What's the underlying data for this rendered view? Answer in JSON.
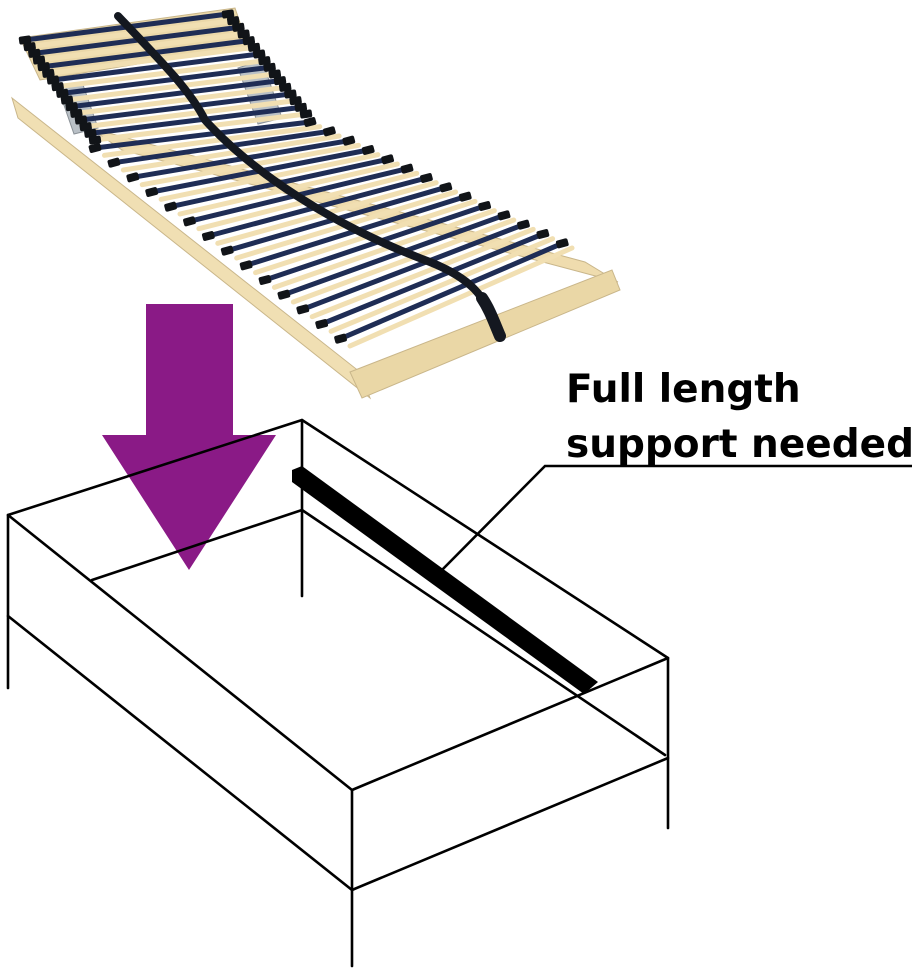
{
  "callout": {
    "line1": "Full length",
    "line2": "support needed."
  },
  "colors": {
    "arrow": "#8a1a86",
    "frame_wood": "#efdcae",
    "slat_light": "#f1dfb2",
    "slat_dark": "#1f2d55",
    "strap": "#141820",
    "support_bar": "#000000",
    "outline": "#000000"
  },
  "icons": {
    "arrow": "down-arrow-icon",
    "product": "slatted-bed-frame-illustration"
  }
}
